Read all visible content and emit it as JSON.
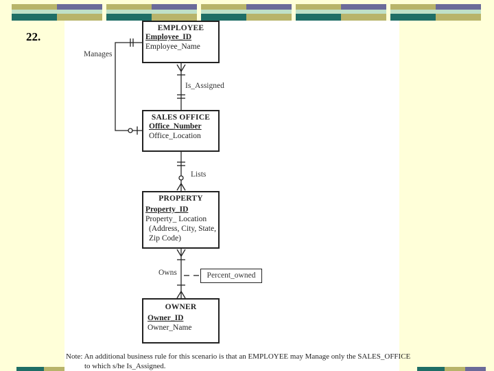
{
  "slide": {
    "number": "22."
  },
  "entities": {
    "employee": {
      "name": "EMPLOYEE",
      "pk": "Employee_ID",
      "attrs": [
        "Employee_Name"
      ]
    },
    "sales_office": {
      "name": "SALES OFFICE",
      "pk": "Office_Number",
      "attrs": [
        "Office_Location"
      ]
    },
    "property": {
      "name": "PROPERTY",
      "pk": "Property_ID",
      "attrs": [
        "Property_ Location",
        "(Address, City, State,",
        "Zip Code)"
      ]
    },
    "owner": {
      "name": "OWNER",
      "pk": "Owner_ID",
      "attrs": [
        "Owner_Name"
      ]
    }
  },
  "relationships": {
    "manages": "Manages",
    "is_assigned": "Is_Assigned",
    "lists": "Lists",
    "owns": "Owns"
  },
  "relationship_attribute": "Percent_owned",
  "note": {
    "line1": "Note:  An additional business rule for this scenario is that an EMPLOYEE may Manage only the SALES_OFFICE",
    "line2": "to which s/he Is_Assigned."
  },
  "colors": {
    "band_olive": "#b8b46a",
    "band_slate": "#6b6b99",
    "band_teal": "#1f6e66",
    "band_mint": "#bfe0c8"
  }
}
